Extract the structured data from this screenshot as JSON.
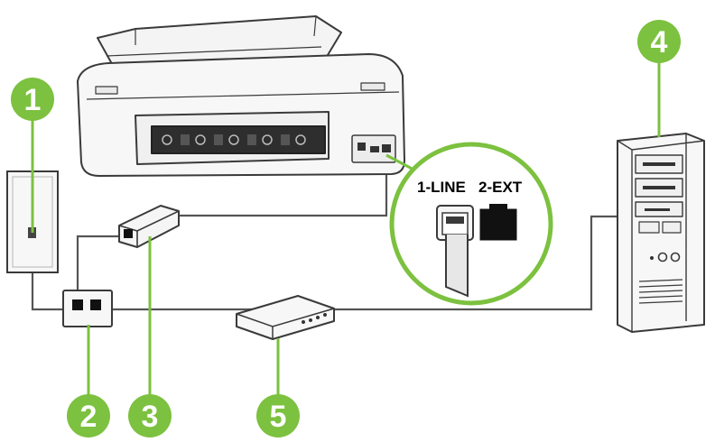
{
  "callouts": {
    "c1": "1",
    "c2": "2",
    "c3": "3",
    "c4": "4",
    "c5": "5"
  },
  "ports": {
    "line": "1-LINE",
    "ext": "2-EXT"
  },
  "colors": {
    "callout": "#7cc13f",
    "outline": "#3a3a3a",
    "wire": "#555555",
    "device_fill": "#f7f7f7"
  }
}
